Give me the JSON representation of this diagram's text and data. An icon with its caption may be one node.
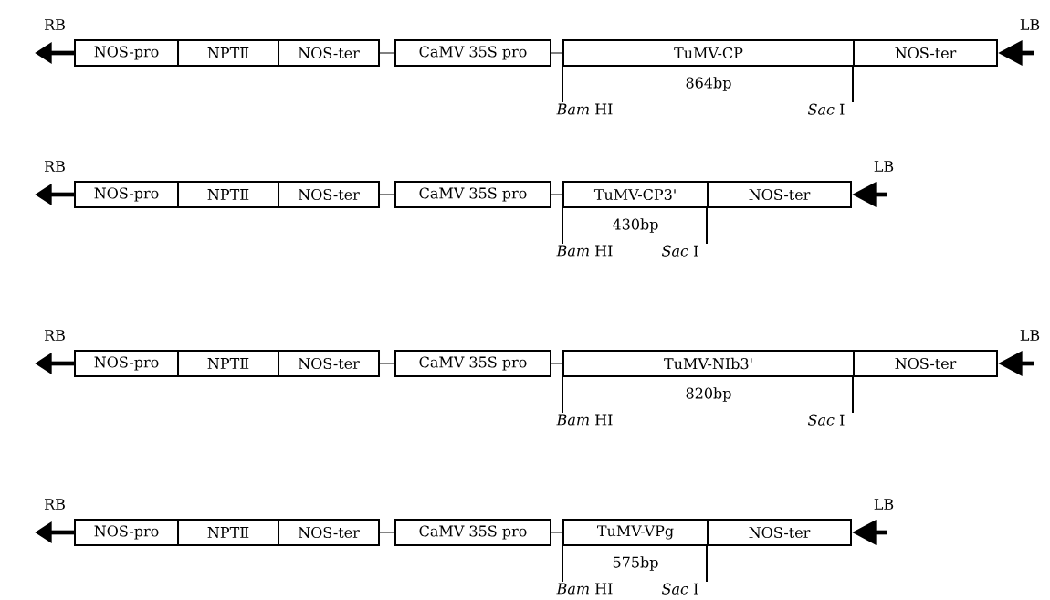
{
  "diagram": {
    "nodes": [
      {
        "text": [
          "NOS-pro"
        ]
      },
      {
        "text": [
          "NPTⅡ"
        ]
      },
      {
        "text": [
          "NOS-ter"
        ]
      },
      {
        "text": [
          "CaMV 35S pro"
        ]
      },
      {
        "text": [
          "TuMV-CP"
        ],
        "beside": [
          "864bp"
        ]
      },
      {
        "text": [
          "NOS-ter"
        ]
      },
      {
        "text": [
          "*Bam* HI"
        ]
      },
      {
        "text": [
          "*Sac* I"
        ]
      },
      {
        "text": [
          "NOS-pro"
        ]
      },
      {
        "text": [
          "NPTⅡ"
        ]
      },
      {
        "text": [
          "NOS-ter"
        ]
      },
      {
        "text": [
          "CaMV 35S pro"
        ]
      },
      {
        "text": [
          "TuMV-CP3'"
        ],
        "beside": [
          "430bp"
        ]
      },
      {
        "text": [
          "NOS-ter"
        ]
      },
      {
        "text": [
          "*Bam* HI"
        ]
      },
      {
        "text": [
          "*Sac* I"
        ]
      },
      {
        "text": [
          "NOS-pro"
        ]
      },
      {
        "text": [
          "NPTⅡ"
        ]
      },
      {
        "text": [
          "NOS-ter"
        ]
      },
      {
        "text": [
          "CaMV 35S pro"
        ]
      },
      {
        "text": [
          "TuMV-NIb3'"
        ],
        "beside": [
          "820bp"
        ]
      },
      {
        "text": [
          "NOS-ter"
        ]
      },
      {
        "text": [
          "*Bam* HI"
        ]
      },
      {
        "text": [
          "*Sac* I"
        ]
      },
      {
        "text": [
          "NOS-pro"
        ]
      },
      {
        "text": [
          "NPTⅡ"
        ]
      },
      {
        "text": [
          "NOS-ter"
        ]
      },
      {
        "text": [
          "CaMV 35S pro"
        ]
      },
      {
        "text": [
          "TuMV-VPg"
        ],
        "beside": [
          "575bp"
        ]
      },
      {
        "text": [
          "NOS-ter"
        ]
      },
      {
        "text": [
          "*Bam* HI"
        ]
      },
      {
        "text": [
          "*Sac* I"
        ]
      }
    ],
    "edges": [
      {
        "from": 0,
        "to": null,
        "arrow": "to",
        "style": "thick"
      },
      {
        "from": 2,
        "to": 3,
        "arrow": "none"
      },
      {
        "from": 3,
        "to": 4,
        "arrow": "none"
      },
      {
        "from": null,
        "to": 5,
        "arrow": "to",
        "style": "thick"
      },
      {
        "from": 6,
        "to": 4,
        "arrow": "none"
      },
      {
        "from": 7,
        "to": 5,
        "arrow": "none"
      },
      {
        "from": 8,
        "to": null,
        "arrow": "to",
        "style": "thick"
      },
      {
        "from": 10,
        "to": 11,
        "arrow": "none"
      },
      {
        "from": 11,
        "to": 12,
        "arrow": "none"
      },
      {
        "from": null,
        "to": 13,
        "arrow": "to",
        "style": "thick"
      },
      {
        "from": 14,
        "to": 12,
        "arrow": "none"
      },
      {
        "from": 15,
        "to": 13,
        "arrow": "none"
      },
      {
        "from": 16,
        "to": null,
        "arrow": "to",
        "style": "thick"
      },
      {
        "from": 18,
        "to": 19,
        "arrow": "none"
      },
      {
        "from": 19,
        "to": 20,
        "arrow": "none"
      },
      {
        "from": null,
        "to": 21,
        "arrow": "to",
        "style": "thick"
      },
      {
        "from": 22,
        "to": 20,
        "arrow": "none"
      },
      {
        "from": 23,
        "to": 21,
        "arrow": "none"
      },
      {
        "from": 24,
        "to": null,
        "arrow": "to",
        "style": "thick"
      },
      {
        "from": 26,
        "to": 27,
        "arrow": "none"
      },
      {
        "from": 27,
        "to": 28,
        "arrow": "none"
      },
      {
        "from": null,
        "to": 29,
        "arrow": "to",
        "style": "thick"
      },
      {
        "from": 30,
        "to": 28,
        "arrow": "none"
      },
      {
        "from": 31,
        "to": 29,
        "arrow": "none"
      }
    ],
    "labels": [
      "RB",
      "LB",
      "RB",
      "LB",
      "RB",
      "LB",
      "RB",
      "LB"
    ]
  }
}
